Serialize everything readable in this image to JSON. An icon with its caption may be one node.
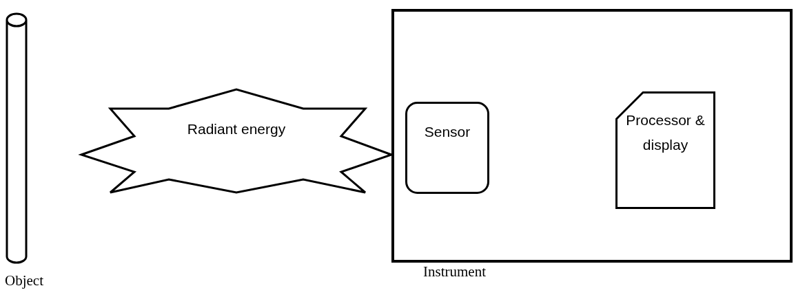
{
  "diagram": {
    "nodes": [
      {
        "text": [
          "Object"
        ]
      },
      {
        "text": [
          "Radiant energy"
        ]
      },
      {
        "text": [
          "Instrument"
        ]
      },
      {
        "text": [
          "Sensor"
        ],
        "in": 2
      },
      {
        "text": [
          "Processor & display"
        ],
        "in": 2
      }
    ]
  }
}
